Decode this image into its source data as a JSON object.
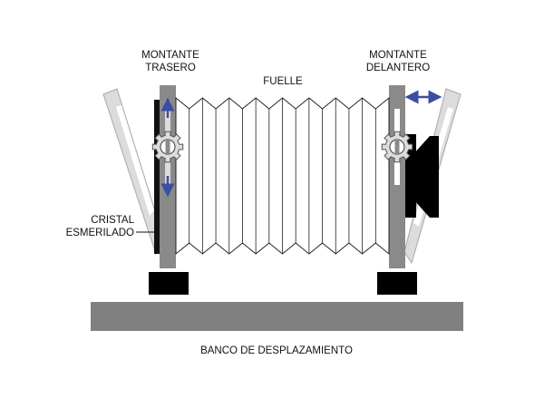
{
  "labels": {
    "rear_standard_line1": "MONTANTE",
    "rear_standard_line2": "TRASERO",
    "front_standard_line1": "MONTANTE",
    "front_standard_line2": "DELANTERO",
    "bellows": "FUELLE",
    "ground_glass_line1": "CRISTAL",
    "ground_glass_line2": "ESMERILADO",
    "rail": "BANCO DE DESPLAZAMIENTO"
  },
  "colors": {
    "standard": "#8a8a8a",
    "rail": "#808080",
    "frame": "#dcdcdc",
    "frame_edge": "#a8a8a8",
    "block": "#000000",
    "arrow": "#3b4ea0",
    "bellows_fill": "#ffffff",
    "bellows_stroke": "#222222"
  },
  "icons": {
    "rear_knob": "gear-knob-icon",
    "front_knob": "gear-knob-icon",
    "rear_arrows": "vertical-double-arrow-icon",
    "front_arrow": "horizontal-double-arrow-icon"
  }
}
